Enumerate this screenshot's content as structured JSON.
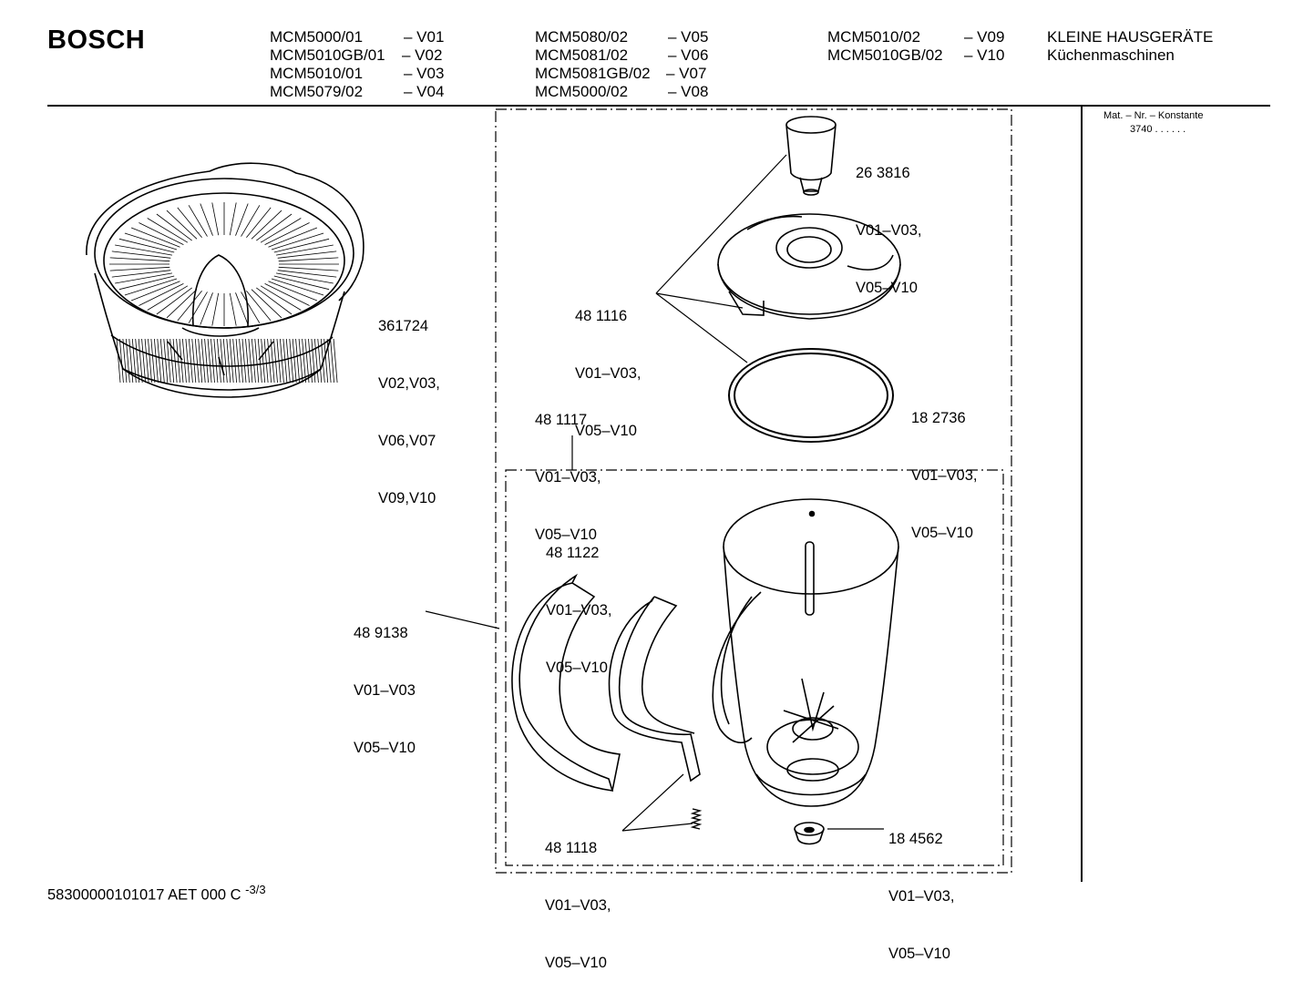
{
  "header": {
    "brand": "BOSCH",
    "model_columns": [
      [
        {
          "code": "MCM5000/01",
          "version": "– V01"
        },
        {
          "code": "MCM5010GB/01",
          "version": "– V02"
        },
        {
          "code": "MCM5010/01",
          "version": "– V03"
        },
        {
          "code": "MCM5079/02",
          "version": "– V04"
        }
      ],
      [
        {
          "code": "MCM5080/02",
          "version": "– V05"
        },
        {
          "code": "MCM5081/02",
          "version": "– V06"
        },
        {
          "code": "MCM5081GB/02",
          "version": "– V07"
        },
        {
          "code": "MCM5000/02",
          "version": "– V08"
        }
      ],
      [
        {
          "code": "MCM5010/02",
          "version": "– V09"
        },
        {
          "code": "MCM5010GB/02",
          "version": "– V10"
        }
      ]
    ],
    "category": "KLEINE HAUSGERÄTE",
    "subcategory": "Küchenmaschinen"
  },
  "constant": {
    "title": "Mat. – Nr. – Konstante",
    "value": "3740 . . . . . ."
  },
  "parts": [
    {
      "id": "part-361724",
      "number": "361724",
      "variants": [
        "V02,V03,",
        "V06,V07",
        "V09,V10"
      ]
    },
    {
      "id": "part-263816",
      "number": "26 3816",
      "variants": [
        "V01–V03,",
        "V05–V10"
      ]
    },
    {
      "id": "part-481116",
      "number": "48 1116",
      "variants": [
        "V01–V03,",
        "V05–V10"
      ]
    },
    {
      "id": "part-182736",
      "number": "18 2736",
      "variants": [
        "V01–V03,",
        "V05–V10"
      ]
    },
    {
      "id": "part-481117",
      "number": "48 1117",
      "variants": [
        "V01–V03,",
        "V05–V10"
      ]
    },
    {
      "id": "part-481122",
      "number": "48 1122",
      "variants": [
        "V01–V03,",
        "V05–V10"
      ]
    },
    {
      "id": "part-489138",
      "number": "48 9138",
      "variants": [
        "V01–V03",
        "V05–V10"
      ]
    },
    {
      "id": "part-184562",
      "number": "18 4562",
      "variants": [
        "V01–V03,",
        "V05–V10"
      ]
    },
    {
      "id": "part-481118",
      "number": "48 1118",
      "variants": [
        "V01–V03,",
        "V05–V10"
      ]
    }
  ],
  "footer": {
    "doc_number": "58300000101017 AET 000 C",
    "page": "-3/3"
  }
}
